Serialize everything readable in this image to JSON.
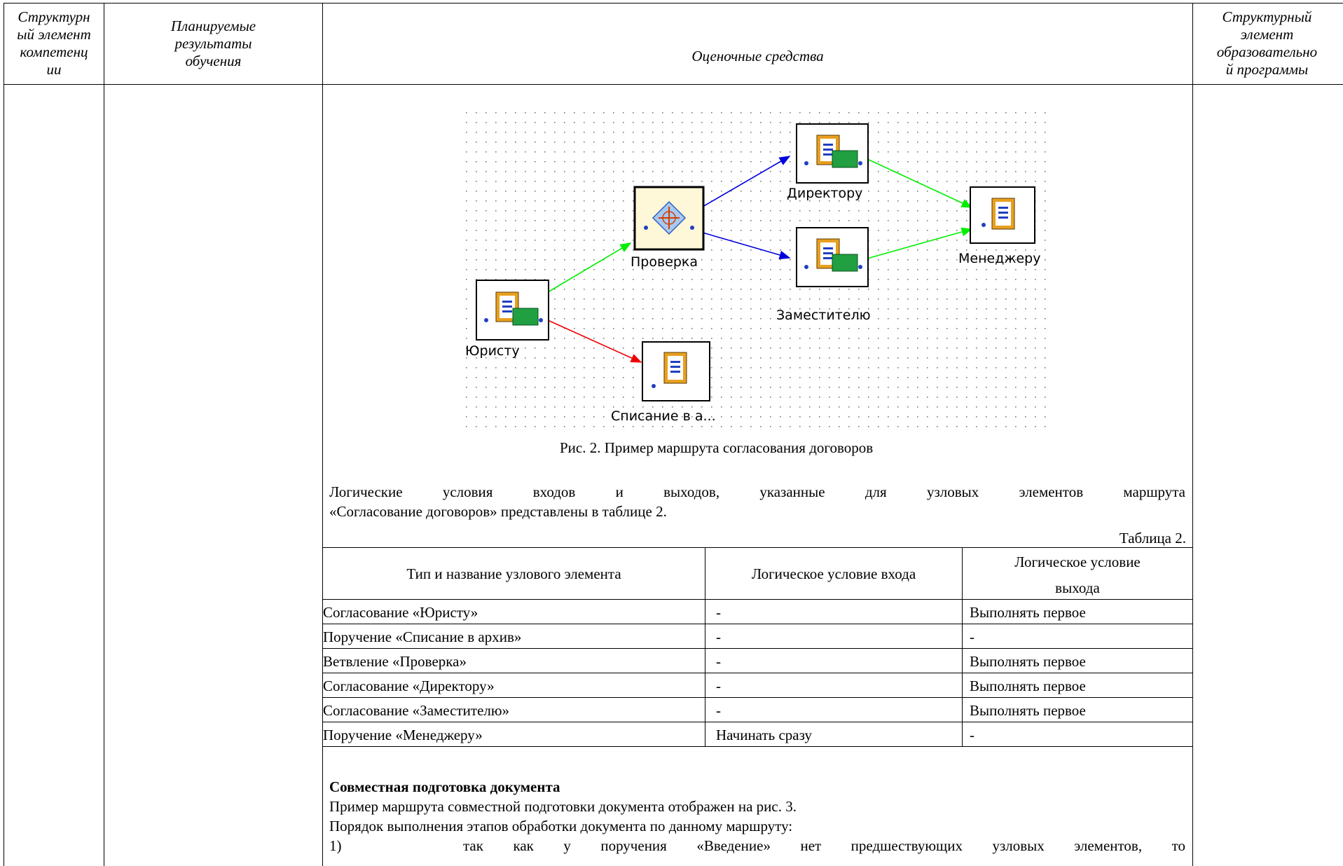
{
  "header": {
    "col1": [
      "Структурн",
      "ый элемент",
      "компетенц",
      "ии"
    ],
    "col2": [
      "Планируемые",
      "результаты",
      "обучения"
    ],
    "col3": "Оценочные средства",
    "col4": [
      "Структурный",
      "элемент",
      "образовательно",
      "й программы"
    ]
  },
  "diagram": {
    "nodes": {
      "yuristu": "Юристу",
      "proverka": "Проверка",
      "direktoru": "Директору",
      "zamestitelyu": "Заместителю",
      "menedzheru": "Менеджеру",
      "spisanie": "Списание в а..."
    },
    "colors": {
      "approve_link": "#00ee00",
      "reject_link": "#ee0000",
      "branch_link": "#0000dd",
      "node_fill": "#fff8d8",
      "doc_icon": "#2040c0",
      "stamp_icon": "#20a040"
    }
  },
  "caption": "Рис. 2. Пример маршрута согласования договоров",
  "paragraph1_line1": "Логические условия входов и выходов, указанные для узловых элементов маршрута",
  "paragraph1_line2": "«Согласование договоров» представлены в таблице 2.",
  "table_label": "Таблица 2.",
  "table": {
    "headers": [
      "Тип и название узлового элемента",
      "Логическое условие входа",
      "Логическое условие",
      "выхода"
    ],
    "rows": [
      [
        "Согласование «Юристу»",
        "-",
        "Выполнять первое"
      ],
      [
        "Поручение «Списание в архив»",
        "-",
        "-"
      ],
      [
        "Ветвление «Проверка»",
        "-",
        "Выполнять первое"
      ],
      [
        "Согласование «Директору»",
        "-",
        "Выполнять первое"
      ],
      [
        "Согласование «Заместителю»",
        "-",
        "Выполнять первое"
      ],
      [
        "Поручение «Менеджеру»",
        "Начинать сразу",
        "-"
      ]
    ]
  },
  "section_title": "Совместная подготовка документа",
  "section_line1": "Пример маршрута совместной подготовки документа отображен на рис. 3.",
  "section_line2": "Порядок выполнения этапов обработки документа по данному маршруту:",
  "list_item1_num": "1)",
  "list_item1_text": "так как у поручения «Введение» нет предшествующих узловых элементов, то"
}
